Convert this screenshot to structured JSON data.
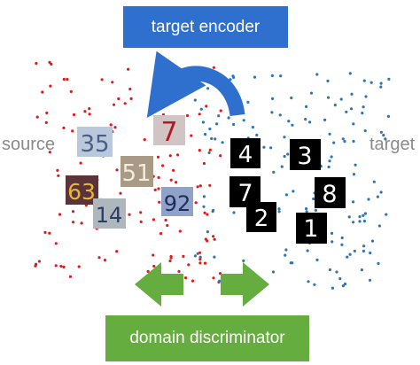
{
  "labels": {
    "top_box": "target encoder",
    "bottom_box": "domain discriminator",
    "left": "source",
    "right": "target"
  },
  "source_digits": [
    "35",
    "7",
    "51",
    "63",
    "14",
    "92"
  ],
  "target_digits": [
    "4",
    "3",
    "7",
    "8",
    "2",
    "1"
  ],
  "colors": {
    "encoder_box": "#2f6fcd",
    "discriminator_box": "#66ad3f",
    "source_dots": "#e31a1c",
    "target_dots": "#2e75b6",
    "curved_arrow": "#2f6fcd",
    "green_arrows": "#66ad3f",
    "side_label_text": "#8a8a8a"
  }
}
